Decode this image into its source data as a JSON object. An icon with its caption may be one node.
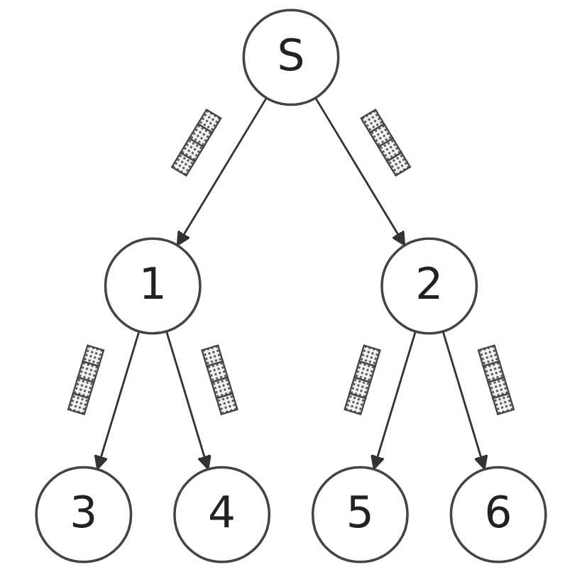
{
  "diagram": {
    "nodes": [
      {
        "text": [
          "S"
        ]
      },
      {
        "text": [
          "1"
        ]
      },
      {
        "text": [
          "2"
        ]
      },
      {
        "text": [
          "3"
        ]
      },
      {
        "text": [
          "4"
        ]
      },
      {
        "text": [
          "5"
        ]
      },
      {
        "text": [
          "6"
        ]
      }
    ],
    "edges": [
      {
        "from": 0,
        "to": 1,
        "arrow": "to"
      },
      {
        "from": 0,
        "to": 2,
        "arrow": "to"
      },
      {
        "from": 1,
        "to": 3,
        "arrow": "to"
      },
      {
        "from": 1,
        "to": 4,
        "arrow": "to"
      },
      {
        "from": 2,
        "to": 5,
        "arrow": "to"
      },
      {
        "from": 2,
        "to": 6,
        "arrow": "to"
      }
    ]
  }
}
